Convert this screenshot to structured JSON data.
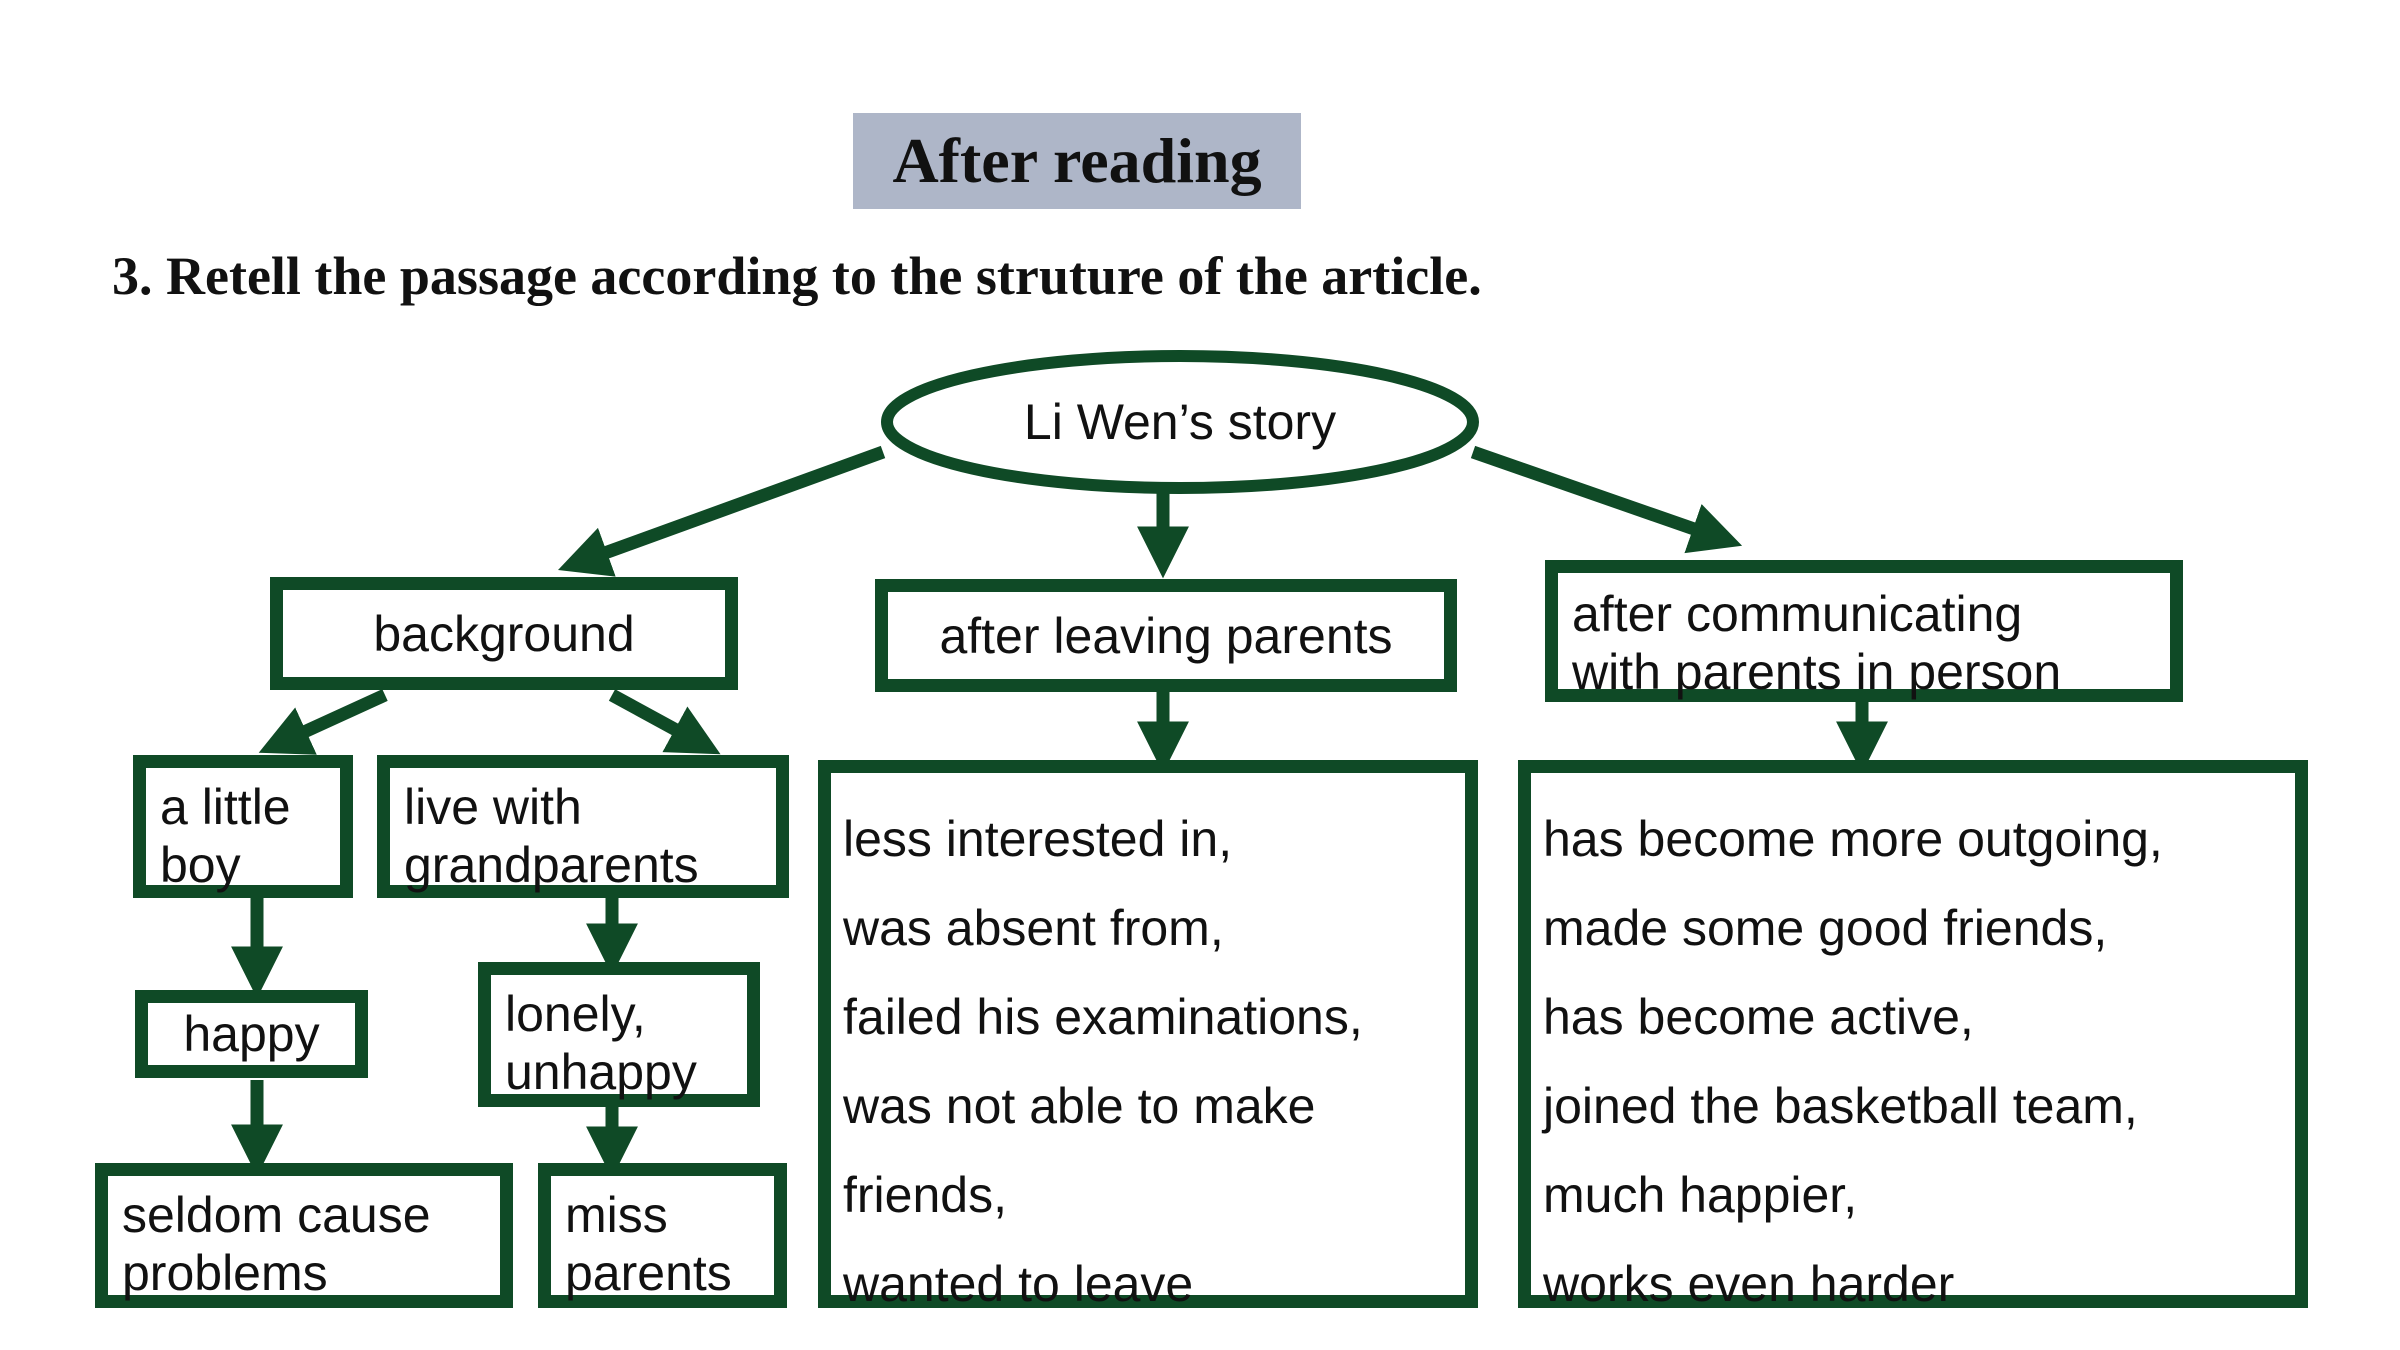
{
  "header": {
    "title": "After reading",
    "instruction": "3. Retell the passage according to the struture of the article."
  },
  "diagram": {
    "root": "Li Wen’s story",
    "branches": {
      "background": "background",
      "after_leaving": "after leaving parents",
      "after_communicating": "after communicating\nwith parents in person"
    },
    "background_nodes": {
      "little_boy": "a little\nboy",
      "happy": "happy",
      "seldom": "seldom cause\nproblems",
      "grandparents": "live with\ngrandparents",
      "lonely": "lonely,\nunhappy",
      "miss": "miss\nparents"
    },
    "after_leaving_items": [
      "less interested in,",
      "was absent from,",
      "failed his examinations,",
      "was not able to make",
      "friends,",
      "wanted to leave"
    ],
    "after_communicating_items": [
      "has become more outgoing,",
      "made some good friends,",
      "has become active,",
      "joined the basketball team,",
      "much happier,",
      "works even harder"
    ],
    "colors": {
      "box_border": "#0f4a26",
      "arrow": "#0f4a26",
      "title_background": "#aeb6c8"
    }
  }
}
